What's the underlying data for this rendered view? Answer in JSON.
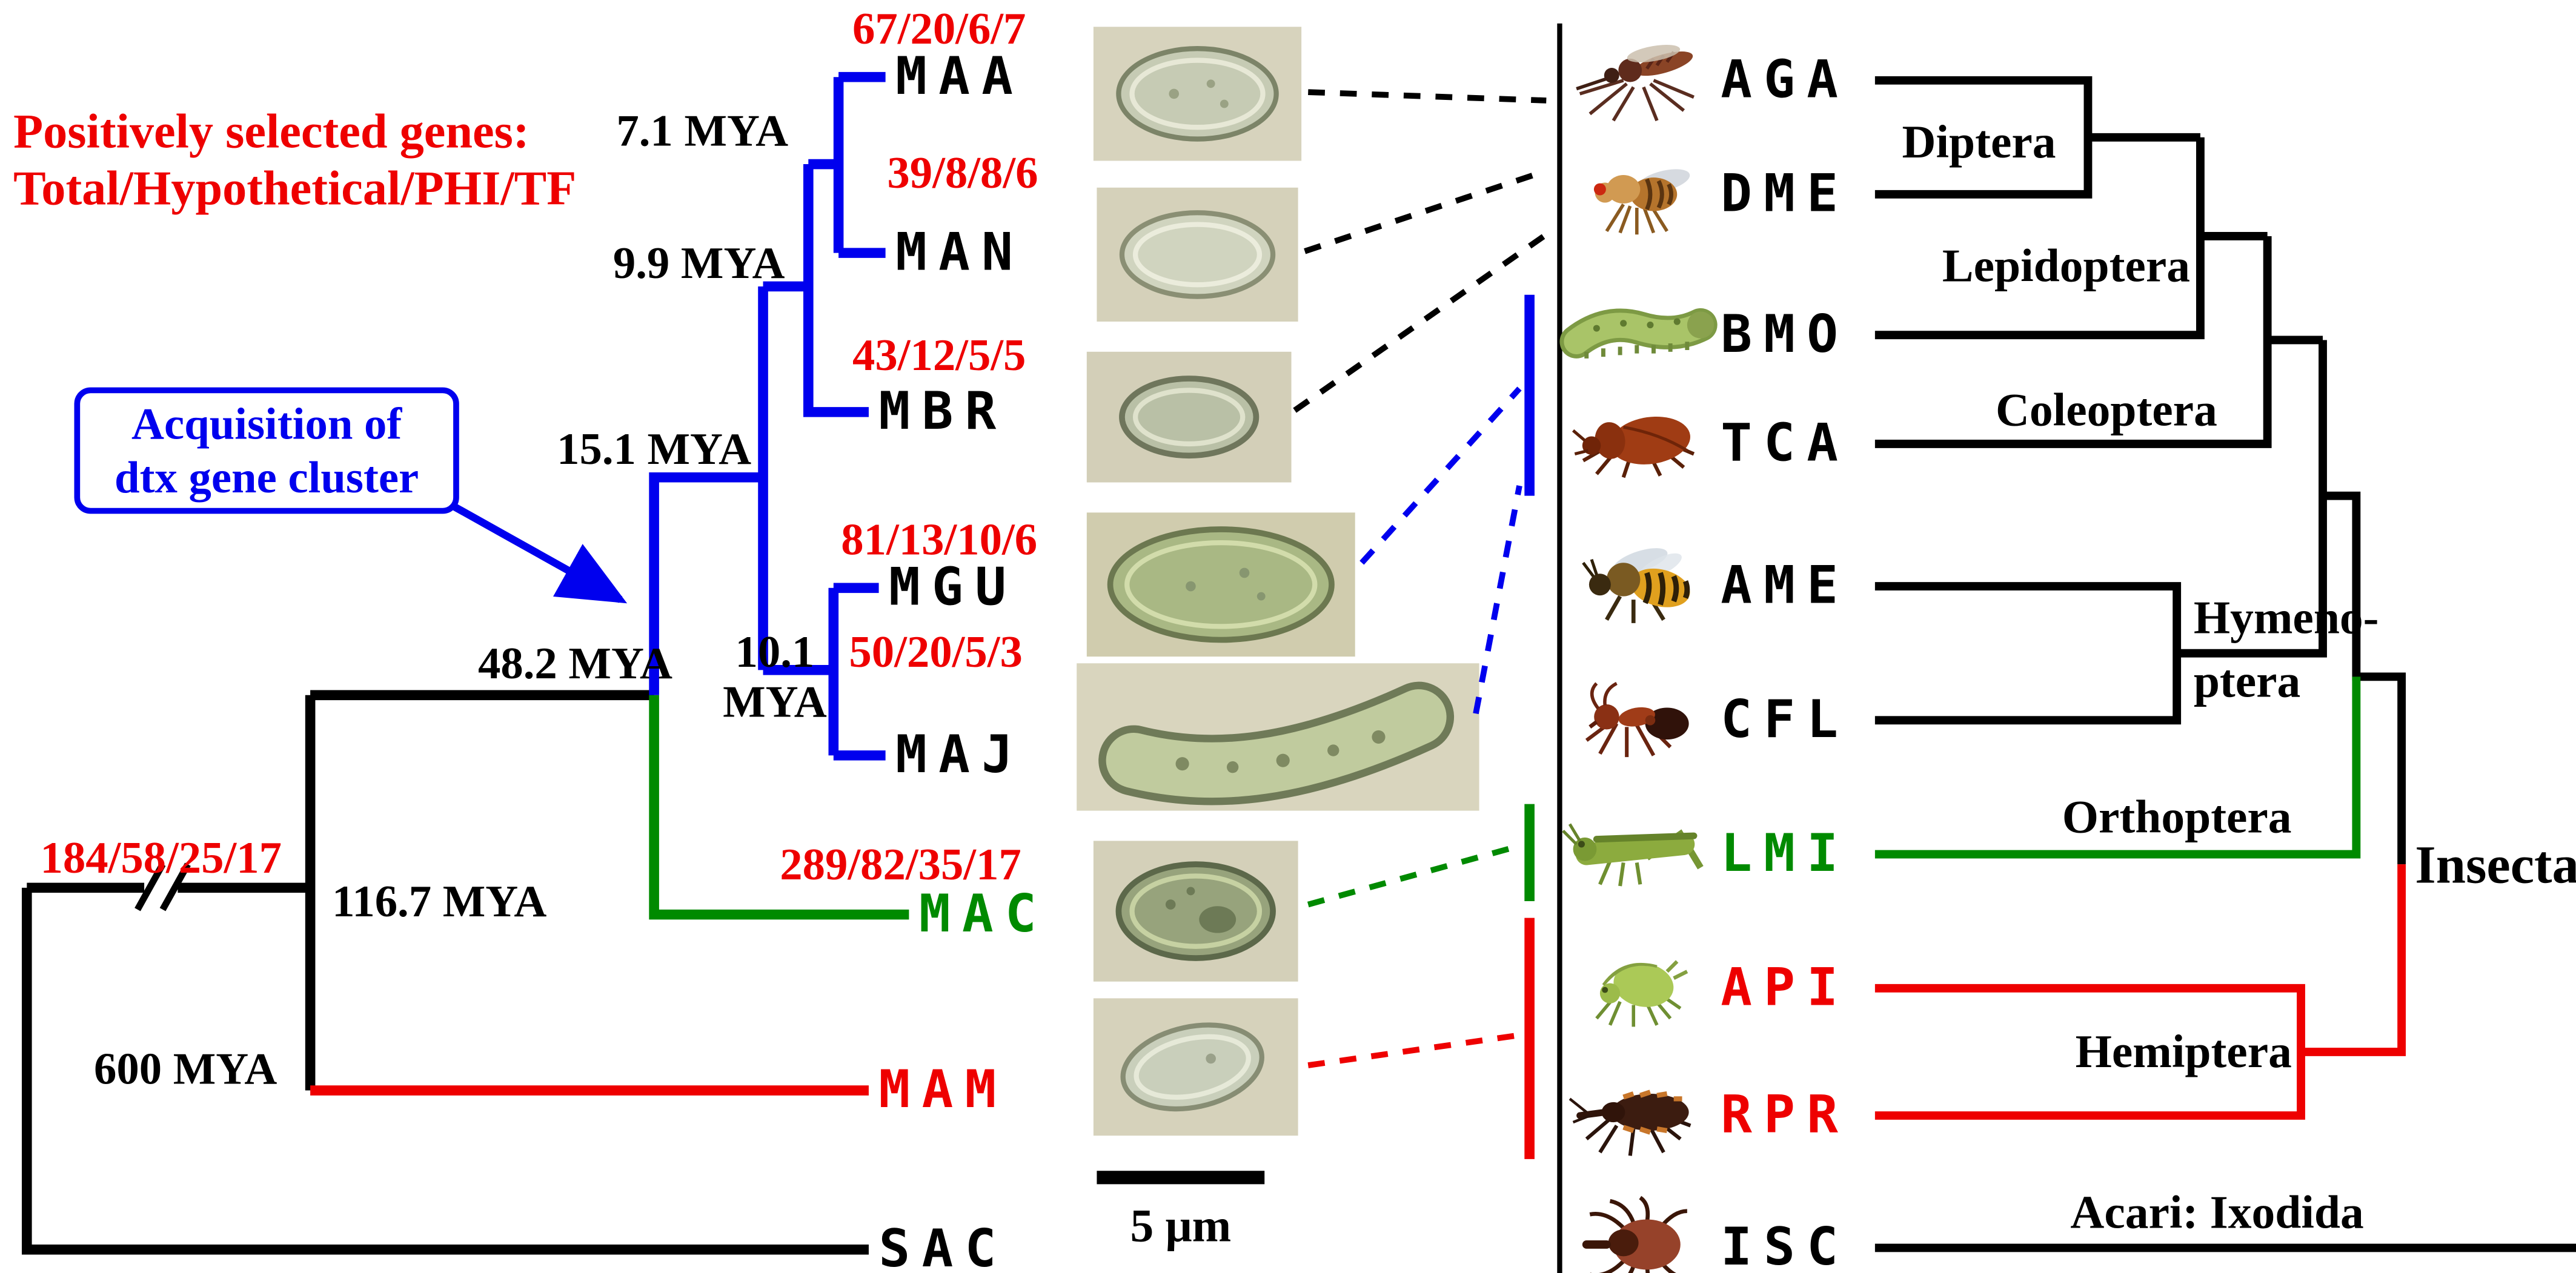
{
  "colors": {
    "blue": "#0000EE",
    "red": "#EE0000",
    "green": "#008A00",
    "black": "#000000"
  },
  "legend": {
    "line1": "Positively selected genes:",
    "line2": "Total/Hypothetical/PHI/TF"
  },
  "annotation": {
    "line1": "Acquisition of",
    "line2": "dtx gene cluster"
  },
  "ages": {
    "n71": "7.1 MYA",
    "n99": "9.9 MYA",
    "n151": "15.1 MYA",
    "n101a": "10.1",
    "n101b": "MYA",
    "n482": "48.2 MYA",
    "n1167": "116.7 MYA",
    "n600": "600 MYA"
  },
  "genes": {
    "maa": "67/20/6/7",
    "man": "39/8/8/6",
    "mbr": "43/12/5/5",
    "mgu": "81/13/10/6",
    "maj": "50/20/5/3",
    "mac": "289/82/35/17",
    "root": "184/58/25/17"
  },
  "tips": {
    "maa": {
      "label": "MAA",
      "color": "#000000"
    },
    "man": {
      "label": "MAN",
      "color": "#000000"
    },
    "mbr": {
      "label": "MBR",
      "color": "#000000"
    },
    "mgu": {
      "label": "MGU",
      "color": "#000000"
    },
    "maj": {
      "label": "MAJ",
      "color": "#000000"
    },
    "mac": {
      "label": "MAC",
      "color": "#008A00"
    },
    "mam": {
      "label": "MAM",
      "color": "#EE0000"
    },
    "sac": {
      "label": "SAC",
      "color": "#000000"
    }
  },
  "scale_bar": {
    "label": "5 μm"
  },
  "hosts": {
    "aga": {
      "label": "AGA",
      "color": "#000000",
      "insect": "mosquito"
    },
    "dme": {
      "label": "DME",
      "color": "#000000",
      "insect": "fruit-fly"
    },
    "bmo": {
      "label": "BMO",
      "color": "#000000",
      "insect": "silkworm-larva"
    },
    "tca": {
      "label": "TCA",
      "color": "#000000",
      "insect": "flour-beetle"
    },
    "ame": {
      "label": "AME",
      "color": "#000000",
      "insect": "honeybee"
    },
    "cfl": {
      "label": "CFL",
      "color": "#000000",
      "insect": "ant"
    },
    "lmi": {
      "label": "LMI",
      "color": "#008A00",
      "insect": "locust"
    },
    "api": {
      "label": "API",
      "color": "#EE0000",
      "insect": "aphid"
    },
    "rpr": {
      "label": "RPR",
      "color": "#EE0000",
      "insect": "kissing-bug"
    },
    "isc": {
      "label": "ISC",
      "color": "#000000",
      "insect": "tick"
    }
  },
  "orders": {
    "diptera": "Diptera",
    "lepidoptera": "Lepidoptera",
    "coleoptera": "Coleoptera",
    "hymenoptera_line1": "Hymeno-",
    "hymenoptera_line2": "ptera",
    "orthoptera": "Orthoptera",
    "hemiptera": "Hemiptera",
    "acari": "Acari: Ixodida"
  },
  "insecta_label": "Insecta"
}
